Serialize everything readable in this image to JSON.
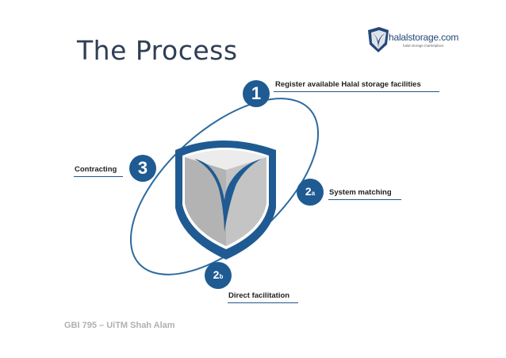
{
  "slide": {
    "title": "The Process",
    "footer": "GBI 795 – UiTM Shah Alam"
  },
  "logo": {
    "name": "halalstorage.com",
    "tagline": "halal storage marketplace"
  },
  "steps": [
    {
      "number": "1",
      "sub": "",
      "label": "Register available Halal storage facilities"
    },
    {
      "number": "2",
      "sub": "a",
      "label": "System matching"
    },
    {
      "number": "2",
      "sub": "b",
      "label": "Direct facilitation"
    },
    {
      "number": "3",
      "sub": "",
      "label": "Contracting"
    }
  ],
  "colors": {
    "primary": "#1f5b92",
    "orbit": "#2d6aa0",
    "title": "#2f3e55",
    "cube_light": "#e6e6e6",
    "cube_dark": "#a9a9a9"
  }
}
